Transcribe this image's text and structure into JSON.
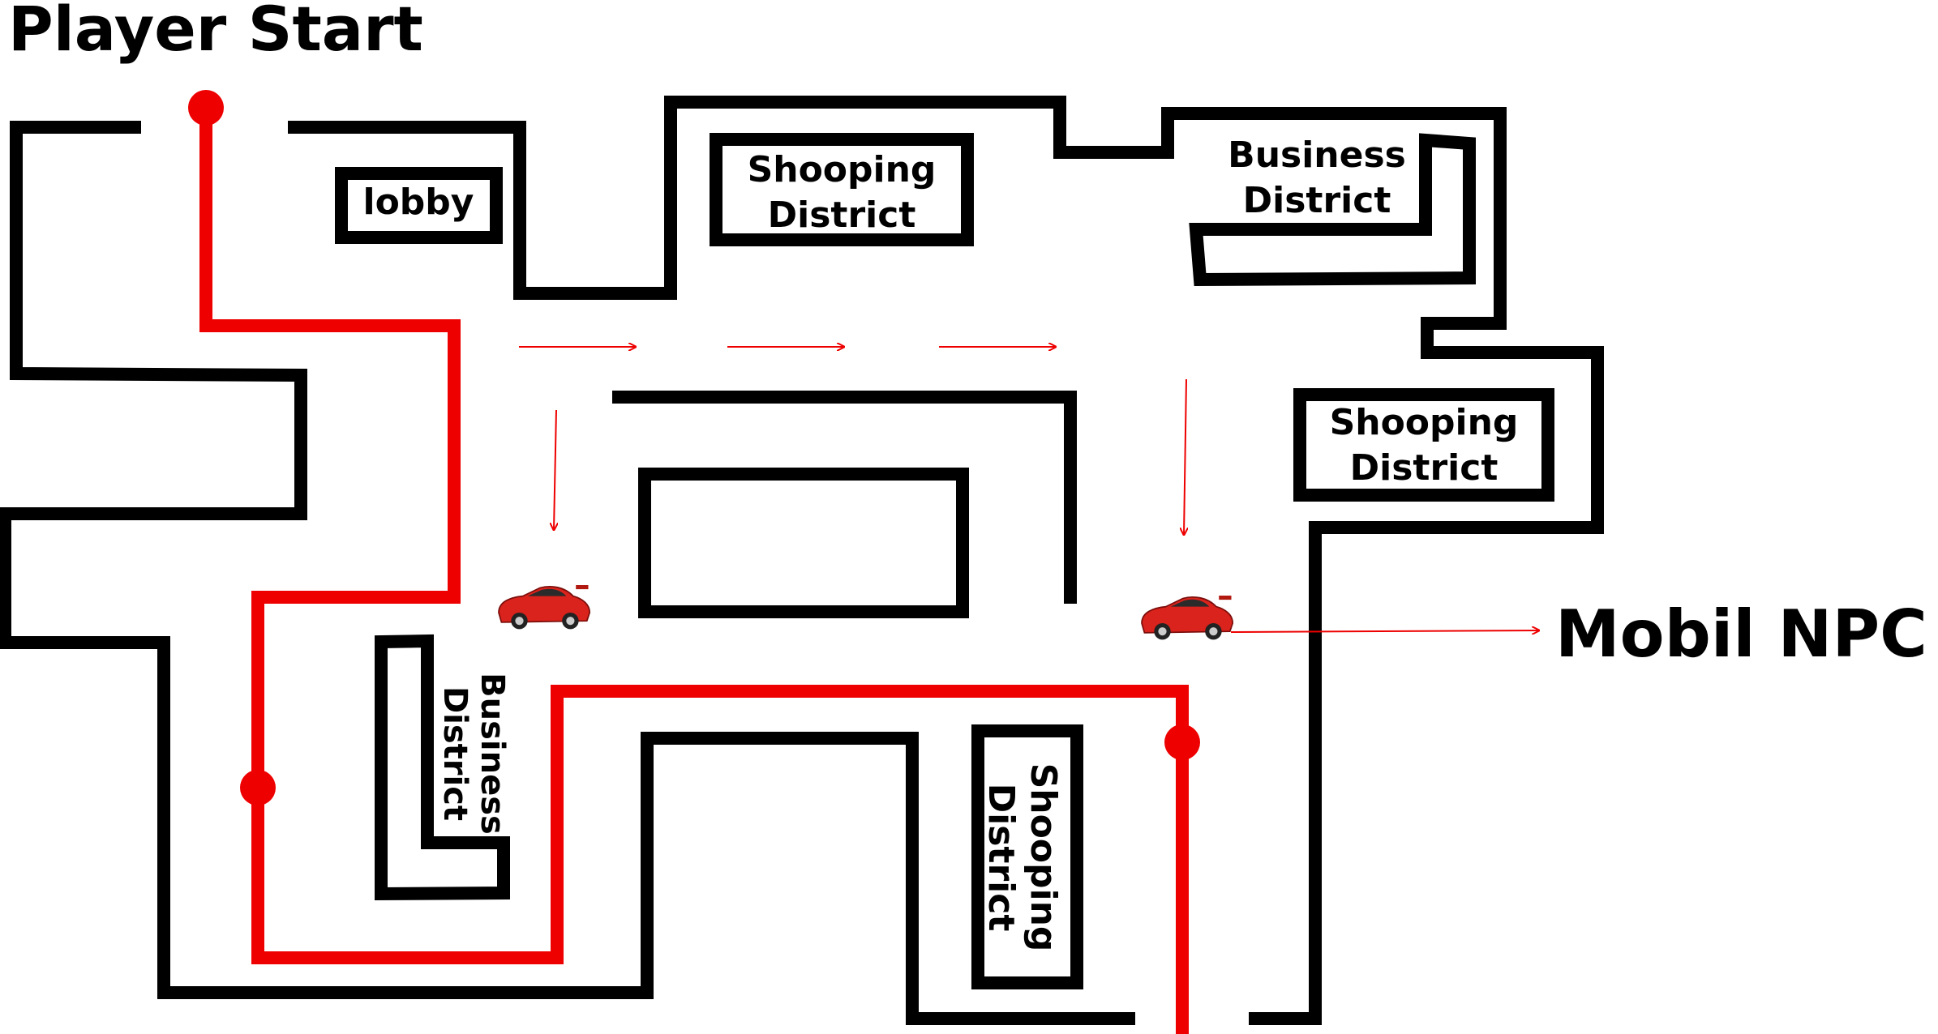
{
  "title": "Player Start",
  "npc_label": "Mobil NPC",
  "districts": {
    "lobby": "lobby",
    "shopping_top_1": "Shooping",
    "shopping_top_2": "District",
    "business_top_1": "Business",
    "business_top_2": "District",
    "shopping_right_1": "Shooping",
    "shopping_right_2": "District",
    "business_vertical_1": "Business",
    "business_vertical_2": "District",
    "shopping_vertical_1": "Shooping",
    "shopping_vertical_2": "District"
  },
  "colors": {
    "wall": "#000000",
    "route": "#ee0000",
    "car": "#d9231c"
  },
  "icons": [
    "red-car-icon",
    "red-car-icon"
  ]
}
